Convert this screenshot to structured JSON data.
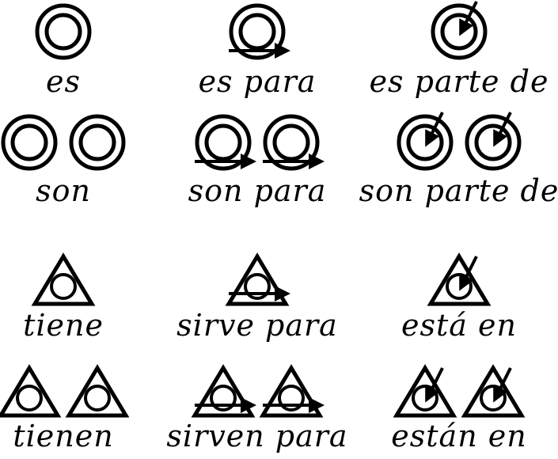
{
  "colors": {
    "ink": "#000000",
    "background": "#ffffff"
  },
  "sections": [
    {
      "shape": "double-circle",
      "rows": [
        {
          "items": [
            {
              "id": "es",
              "label": "es",
              "relation": "plain",
              "count": 1
            },
            {
              "id": "es-para",
              "label": "es para",
              "relation": "arrow-through",
              "count": 1
            },
            {
              "id": "es-parte-de",
              "label": "es parte de",
              "relation": "arrow-in",
              "count": 1
            }
          ]
        },
        {
          "items": [
            {
              "id": "son",
              "label": "son",
              "relation": "plain",
              "count": 2
            },
            {
              "id": "son-para",
              "label": "son para",
              "relation": "arrow-through",
              "count": 2
            },
            {
              "id": "son-parte-de",
              "label": "son parte de",
              "relation": "arrow-in",
              "count": 2
            }
          ]
        }
      ]
    },
    {
      "shape": "triangle-circle",
      "rows": [
        {
          "items": [
            {
              "id": "tiene",
              "label": "tiene",
              "relation": "plain",
              "count": 1
            },
            {
              "id": "sirve-para",
              "label": "sirve para",
              "relation": "arrow-through",
              "count": 1
            },
            {
              "id": "esta-en",
              "label": "está en",
              "relation": "arrow-in",
              "count": 1
            }
          ]
        },
        {
          "items": [
            {
              "id": "tienen",
              "label": "tienen",
              "relation": "plain",
              "count": 2
            },
            {
              "id": "sirven-para",
              "label": "sirven para",
              "relation": "arrow-through",
              "count": 2
            },
            {
              "id": "estan-en",
              "label": "están en",
              "relation": "arrow-in",
              "count": 2
            }
          ]
        }
      ]
    }
  ]
}
